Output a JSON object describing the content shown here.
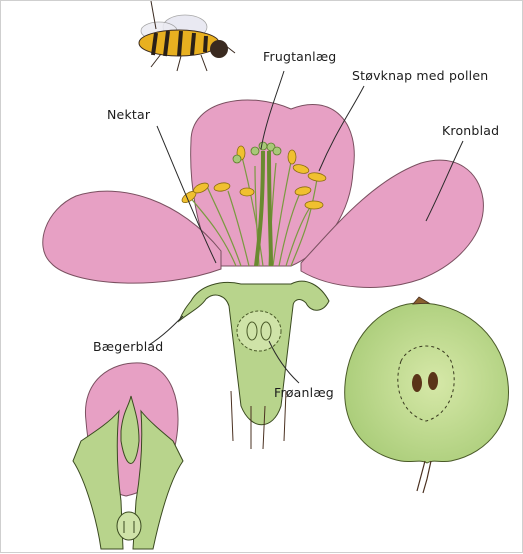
{
  "labels": {
    "frugtanlaeg": "Frugtanlæg",
    "stovknap": "Støvknap med pollen",
    "nektar": "Nektar",
    "kronblad": "Kronblad",
    "baegerblad": "Bægerblad",
    "froanlaeg": "Frøanlæg"
  },
  "colors": {
    "petal": "#e7a0c4",
    "green": "#b8d48c",
    "anther": "#f0c030",
    "bee_stripe": "#e8b020",
    "line": "#3a2a20"
  }
}
